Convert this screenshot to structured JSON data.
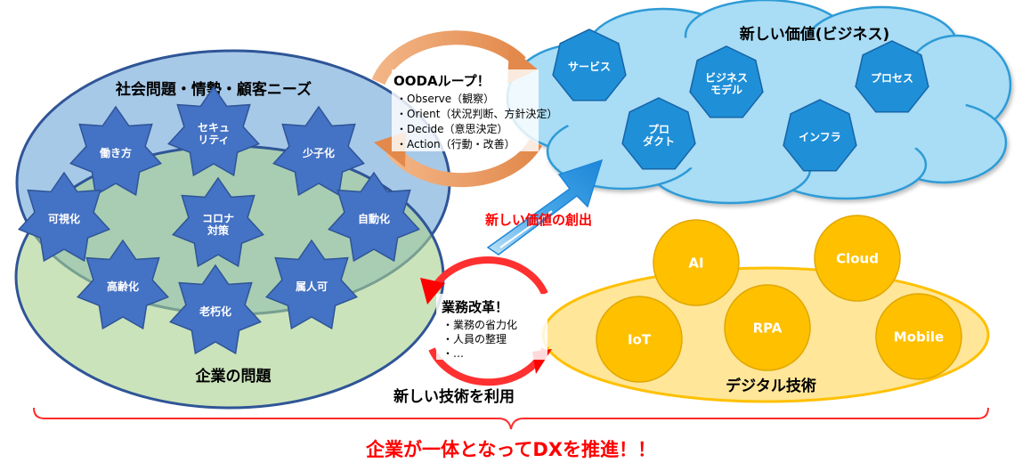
{
  "social": {
    "title": "社会問題・情勢・顧客ニーズ"
  },
  "company": {
    "title": "企業の問題"
  },
  "stars": [
    {
      "lines": [
        "働き方"
      ]
    },
    {
      "lines": [
        "セキュ",
        "リティ"
      ]
    },
    {
      "lines": [
        "少子化"
      ]
    },
    {
      "lines": [
        "可視化"
      ]
    },
    {
      "lines": [
        "コロナ",
        "対策"
      ]
    },
    {
      "lines": [
        "自動化"
      ]
    },
    {
      "lines": [
        "高齢化"
      ]
    },
    {
      "lines": [
        "老朽化"
      ]
    },
    {
      "lines": [
        "属人可"
      ]
    }
  ],
  "ooda": {
    "title": "OODAループ！",
    "items": [
      "・Observe（観察）",
      "・Orient（状況判断、方針決定）",
      "・Decide（意思決定）",
      "・Action（行動・改善）"
    ]
  },
  "new_value": {
    "title": "新しい価値(ビジネス)",
    "items": [
      {
        "lines": [
          "サービス"
        ]
      },
      {
        "lines": [
          "ビジネス",
          "モデル"
        ]
      },
      {
        "lines": [
          "プロセス"
        ]
      },
      {
        "lines": [
          "プロ",
          "ダクト"
        ]
      },
      {
        "lines": [
          "インフラ"
        ]
      }
    ]
  },
  "creation_label": "新しい価値の創出",
  "kaizen": {
    "title": "業務改革！",
    "items": [
      "・業務の省力化",
      "・人員の整理",
      "・…"
    ]
  },
  "tech_use_label": "新しい技術を利用",
  "digital": {
    "title": "デジタル技術",
    "items": [
      "AI",
      "Cloud",
      "IoT",
      "RPA",
      "Mobile"
    ]
  },
  "footer": "企業が一体となってDXを推進！！",
  "colors": {
    "star": "#4472c4",
    "heptagon": "#1f8fd8",
    "cloud": "#a9dcf5",
    "gold": "#ffc000",
    "footer_red": "#ff0000"
  }
}
